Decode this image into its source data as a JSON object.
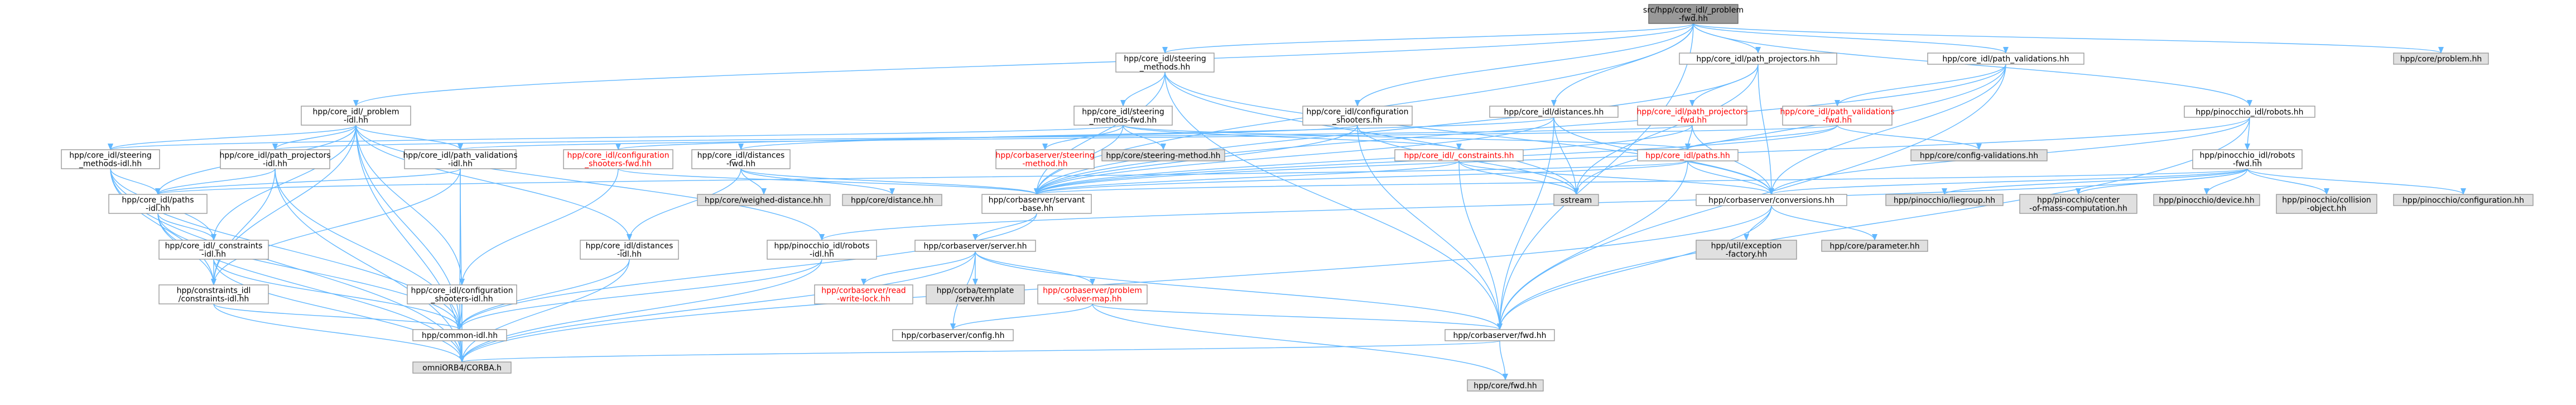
{
  "graph": {
    "title": "src/hpp/core_idl/_problem-fwd.hh",
    "colors": {
      "edge": "#63b8ff",
      "border": "#999999",
      "gray_fill": "#e0e0e0",
      "root_fill": "#999999",
      "red_text": "#ff0000"
    },
    "nodes": [
      {
        "id": "root",
        "lines": [
          "src/hpp/core_idl/_problem",
          "-fwd.hh"
        ],
        "style": "dark"
      },
      {
        "id": "problem-idl",
        "lines": [
          "hpp/core_idl/_problem",
          "-idl.hh"
        ],
        "style": "white"
      },
      {
        "id": "steering-methods-hh",
        "lines": [
          "hpp/core_idl/steering",
          "_methods.hh"
        ],
        "style": "white"
      },
      {
        "id": "path-projectors-hh",
        "lines": [
          "hpp/core_idl/path_projectors.hh"
        ],
        "style": "white"
      },
      {
        "id": "path-validations-hh",
        "lines": [
          "hpp/core_idl/path_validations.hh"
        ],
        "style": "white"
      },
      {
        "id": "core-problem",
        "lines": [
          "hpp/core/problem.hh"
        ],
        "style": "gray"
      },
      {
        "id": "steering-methods-fwd",
        "lines": [
          "hpp/core_idl/steering",
          "_methods-fwd.hh"
        ],
        "style": "white"
      },
      {
        "id": "configuration-shooters-hh",
        "lines": [
          "hpp/core_idl/configuration",
          "_shooters.hh"
        ],
        "style": "white"
      },
      {
        "id": "distances-hh",
        "lines": [
          "hpp/core_idl/distances.hh"
        ],
        "style": "white"
      },
      {
        "id": "path-projectors-fwd",
        "lines": [
          "hpp/core_idl/path_projectors",
          "-fwd.hh"
        ],
        "style": "white",
        "red": true
      },
      {
        "id": "path-validations-fwd",
        "lines": [
          "hpp/core_idl/path_validations",
          "-fwd.hh"
        ],
        "style": "white",
        "red": true
      },
      {
        "id": "robots-hh",
        "lines": [
          "hpp/pinocchio_idl/robots.hh"
        ],
        "style": "white"
      },
      {
        "id": "steering-methods-idl",
        "lines": [
          "hpp/core_idl/steering",
          "_methods-idl.hh"
        ],
        "style": "white"
      },
      {
        "id": "path-projectors-idl",
        "lines": [
          "hpp/core_idl/path_projectors",
          "-idl.hh"
        ],
        "style": "white"
      },
      {
        "id": "path-validations-idl",
        "lines": [
          "hpp/core_idl/path_validations",
          "-idl.hh"
        ],
        "style": "white"
      },
      {
        "id": "configuration-shooters-fwd",
        "lines": [
          "hpp/core_idl/configuration",
          "_shooters-fwd.hh"
        ],
        "style": "white",
        "red": true
      },
      {
        "id": "distances-fwd",
        "lines": [
          "hpp/core_idl/distances",
          "-fwd.hh"
        ],
        "style": "white"
      },
      {
        "id": "corbaserver-steering-method",
        "lines": [
          "hpp/corbaserver/steering",
          "-method.hh"
        ],
        "style": "white",
        "red": true
      },
      {
        "id": "core-steering-method",
        "lines": [
          "hpp/core/steering-method.hh"
        ],
        "style": "gray"
      },
      {
        "id": "constraints-hh",
        "lines": [
          "hpp/core_idl/_constraints.hh"
        ],
        "style": "white",
        "red": true
      },
      {
        "id": "paths-hh",
        "lines": [
          "hpp/core_idl/paths.hh"
        ],
        "style": "white",
        "red": true
      },
      {
        "id": "config-validations",
        "lines": [
          "hpp/core/config-validations.hh"
        ],
        "style": "gray"
      },
      {
        "id": "robots-fwd",
        "lines": [
          "hpp/pinocchio_idl/robots",
          "-fwd.hh"
        ],
        "style": "white"
      },
      {
        "id": "paths-idl",
        "lines": [
          "hpp/core_idl/paths",
          "-idl.hh"
        ],
        "style": "white"
      },
      {
        "id": "weighed-distance",
        "lines": [
          "hpp/core/weighed-distance.hh"
        ],
        "style": "gray"
      },
      {
        "id": "core-distance",
        "lines": [
          "hpp/core/distance.hh"
        ],
        "style": "gray"
      },
      {
        "id": "servant-base",
        "lines": [
          "hpp/corbaserver/servant",
          "-base.hh"
        ],
        "style": "white"
      },
      {
        "id": "sstream",
        "lines": [
          "sstream"
        ],
        "style": "gray"
      },
      {
        "id": "conversions",
        "lines": [
          "hpp/corbaserver/conversions.hh"
        ],
        "style": "white"
      },
      {
        "id": "liegroup",
        "lines": [
          "hpp/pinocchio/liegroup.hh"
        ],
        "style": "gray"
      },
      {
        "id": "center-of-mass",
        "lines": [
          "hpp/pinocchio/center",
          "-of-mass-computation.hh"
        ],
        "style": "gray"
      },
      {
        "id": "device",
        "lines": [
          "hpp/pinocchio/device.hh"
        ],
        "style": "gray"
      },
      {
        "id": "collision-object",
        "lines": [
          "hpp/pinocchio/collision",
          "-object.hh"
        ],
        "style": "gray"
      },
      {
        "id": "pinocchio-configuration",
        "lines": [
          "hpp/pinocchio/configuration.hh"
        ],
        "style": "gray"
      },
      {
        "id": "constraints-idl",
        "lines": [
          "hpp/core_idl/_constraints",
          "-idl.hh"
        ],
        "style": "white"
      },
      {
        "id": "distances-idl",
        "lines": [
          "hpp/core_idl/distances",
          "-idl.hh"
        ],
        "style": "white"
      },
      {
        "id": "robots-idl",
        "lines": [
          "hpp/pinocchio_idl/robots",
          "-idl.hh"
        ],
        "style": "white"
      },
      {
        "id": "server-hh",
        "lines": [
          "hpp/corbaserver/server.hh"
        ],
        "style": "white"
      },
      {
        "id": "exception-factory",
        "lines": [
          "hpp/util/exception",
          "-factory.hh"
        ],
        "style": "gray"
      },
      {
        "id": "core-parameter",
        "lines": [
          "hpp/core/parameter.hh"
        ],
        "style": "gray"
      },
      {
        "id": "constraints-constraints-idl",
        "lines": [
          "hpp/constraints_idl",
          "/constraints-idl.hh"
        ],
        "style": "white"
      },
      {
        "id": "configuration-shooters-idl",
        "lines": [
          "hpp/core_idl/configuration",
          "_shooters-idl.hh"
        ],
        "style": "white"
      },
      {
        "id": "read-write-lock",
        "lines": [
          "hpp/corbaserver/read",
          "-write-lock.hh"
        ],
        "style": "white",
        "red": true
      },
      {
        "id": "omniorb-template",
        "lines": [
          "hpp/corba/template",
          "/server.hh"
        ],
        "style": "gray"
      },
      {
        "id": "problem-solver-map",
        "lines": [
          "hpp/corbaserver/problem",
          "-solver-map.hh"
        ],
        "style": "white",
        "red": true
      },
      {
        "id": "common-idl",
        "lines": [
          "hpp/common-idl.hh"
        ],
        "style": "white"
      },
      {
        "id": "corbaserver-config",
        "lines": [
          "hpp/corbaserver/config.hh"
        ],
        "style": "white"
      },
      {
        "id": "corbaserver-fwd",
        "lines": [
          "hpp/corbaserver/fwd.hh"
        ],
        "style": "white"
      },
      {
        "id": "omniorb",
        "lines": [
          "omniORB4/CORBA.h"
        ],
        "style": "gray"
      },
      {
        "id": "core-fwd",
        "lines": [
          "hpp/core/fwd.hh"
        ],
        "style": "gray"
      }
    ],
    "edges": [
      [
        "root",
        "problem-idl"
      ],
      [
        "root",
        "steering-methods-hh"
      ],
      [
        "root",
        "path-projectors-hh"
      ],
      [
        "root",
        "path-validations-hh"
      ],
      [
        "root",
        "core-problem"
      ],
      [
        "root",
        "configuration-shooters-hh"
      ],
      [
        "root",
        "distances-hh"
      ],
      [
        "root",
        "robots-hh"
      ],
      [
        "root",
        "servant-base"
      ],
      [
        "root",
        "corbaserver-fwd"
      ],
      [
        "problem-idl",
        "steering-methods-idl"
      ],
      [
        "problem-idl",
        "path-projectors-idl"
      ],
      [
        "problem-idl",
        "path-validations-idl"
      ],
      [
        "problem-idl",
        "distances-idl"
      ],
      [
        "problem-idl",
        "constraints-idl"
      ],
      [
        "problem-idl",
        "configuration-shooters-idl"
      ],
      [
        "problem-idl",
        "common-idl"
      ],
      [
        "problem-idl",
        "omniorb"
      ],
      [
        "problem-idl",
        "paths-idl"
      ],
      [
        "problem-idl",
        "robots-idl"
      ],
      [
        "problem-idl",
        "constraints-constraints-idl"
      ],
      [
        "steering-methods-hh",
        "steering-methods-fwd"
      ],
      [
        "steering-methods-hh",
        "servant-base"
      ],
      [
        "steering-methods-hh",
        "sstream"
      ],
      [
        "steering-methods-hh",
        "conversions"
      ],
      [
        "steering-methods-hh",
        "corbaserver-fwd"
      ],
      [
        "steering-methods-fwd",
        "steering-methods-idl"
      ],
      [
        "steering-methods-fwd",
        "corbaserver-steering-method"
      ],
      [
        "steering-methods-fwd",
        "core-steering-method"
      ],
      [
        "steering-methods-fwd",
        "constraints-hh"
      ],
      [
        "steering-methods-fwd",
        "paths-hh"
      ],
      [
        "steering-methods-fwd",
        "servant-base"
      ],
      [
        "path-projectors-hh",
        "path-projectors-fwd"
      ],
      [
        "path-projectors-hh",
        "servant-base"
      ],
      [
        "path-projectors-hh",
        "conversions"
      ],
      [
        "path-projectors-hh",
        "sstream"
      ],
      [
        "path-projectors-fwd",
        "path-projectors-idl"
      ],
      [
        "path-projectors-fwd",
        "paths-hh"
      ],
      [
        "path-projectors-fwd",
        "servant-base"
      ],
      [
        "path-projectors-fwd",
        "conversions"
      ],
      [
        "path-validations-hh",
        "path-validations-fwd"
      ],
      [
        "path-validations-hh",
        "servant-base"
      ],
      [
        "path-validations-hh",
        "conversions"
      ],
      [
        "path-validations-hh",
        "sstream"
      ],
      [
        "path-validations-hh",
        "corbaserver-fwd"
      ],
      [
        "path-validations-fwd",
        "path-validations-idl"
      ],
      [
        "path-validations-fwd",
        "paths-hh"
      ],
      [
        "path-validations-fwd",
        "config-validations"
      ],
      [
        "path-validations-fwd",
        "servant-base"
      ],
      [
        "configuration-shooters-hh",
        "configuration-shooters-fwd"
      ],
      [
        "configuration-shooters-hh",
        "servant-base"
      ],
      [
        "configuration-shooters-hh",
        "sstream"
      ],
      [
        "configuration-shooters-hh",
        "corbaserver-fwd"
      ],
      [
        "configuration-shooters-fwd",
        "configuration-shooters-idl"
      ],
      [
        "configuration-shooters-fwd",
        "servant-base"
      ],
      [
        "distances-hh",
        "distances-fwd"
      ],
      [
        "distances-hh",
        "servant-base"
      ],
      [
        "distances-hh",
        "sstream"
      ],
      [
        "distances-hh",
        "corbaserver-fwd"
      ],
      [
        "distances-hh",
        "conversions"
      ],
      [
        "distances-fwd",
        "distances-idl"
      ],
      [
        "distances-fwd",
        "weighed-distance"
      ],
      [
        "distances-fwd",
        "core-distance"
      ],
      [
        "distances-fwd",
        "servant-base"
      ],
      [
        "robots-hh",
        "robots-fwd"
      ],
      [
        "robots-hh",
        "servant-base"
      ],
      [
        "robots-hh",
        "conversions"
      ],
      [
        "robots-hh",
        "corbaserver-fwd"
      ],
      [
        "robots-fwd",
        "robots-idl"
      ],
      [
        "robots-fwd",
        "liegroup"
      ],
      [
        "robots-fwd",
        "center-of-mass"
      ],
      [
        "robots-fwd",
        "device"
      ],
      [
        "robots-fwd",
        "collision-object"
      ],
      [
        "robots-fwd",
        "pinocchio-configuration"
      ],
      [
        "robots-fwd",
        "servant-base"
      ],
      [
        "robots-fwd",
        "conversions"
      ],
      [
        "constraints-hh",
        "servant-base"
      ],
      [
        "constraints-hh",
        "sstream"
      ],
      [
        "constraints-hh",
        "corbaserver-fwd"
      ],
      [
        "constraints-hh",
        "conversions"
      ],
      [
        "paths-hh",
        "paths-idl"
      ],
      [
        "paths-hh",
        "servant-base"
      ],
      [
        "paths-hh",
        "conversions"
      ],
      [
        "paths-hh",
        "corbaserver-fwd"
      ],
      [
        "steering-methods-idl",
        "paths-idl"
      ],
      [
        "steering-methods-idl",
        "constraints-idl"
      ],
      [
        "steering-methods-idl",
        "common-idl"
      ],
      [
        "steering-methods-idl",
        "omniorb"
      ],
      [
        "steering-methods-idl",
        "constraints-constraints-idl"
      ],
      [
        "path-projectors-idl",
        "paths-idl"
      ],
      [
        "path-projectors-idl",
        "common-idl"
      ],
      [
        "path-projectors-idl",
        "omniorb"
      ],
      [
        "path-projectors-idl",
        "constraints-constraints-idl"
      ],
      [
        "path-validations-idl",
        "paths-idl"
      ],
      [
        "path-validations-idl",
        "common-idl"
      ],
      [
        "path-validations-idl",
        "omniorb"
      ],
      [
        "path-validations-idl",
        "constraints-constraints-idl"
      ],
      [
        "paths-idl",
        "constraints-idl"
      ],
      [
        "paths-idl",
        "common-idl"
      ],
      [
        "paths-idl",
        "omniorb"
      ],
      [
        "paths-idl",
        "constraints-constraints-idl"
      ],
      [
        "constraints-idl",
        "common-idl"
      ],
      [
        "constraints-idl",
        "omniorb"
      ],
      [
        "constraints-idl",
        "constraints-constraints-idl"
      ],
      [
        "constraints-constraints-idl",
        "common-idl"
      ],
      [
        "constraints-constraints-idl",
        "omniorb"
      ],
      [
        "configuration-shooters-idl",
        "common-idl"
      ],
      [
        "configuration-shooters-idl",
        "omniorb"
      ],
      [
        "distances-idl",
        "common-idl"
      ],
      [
        "distances-idl",
        "omniorb"
      ],
      [
        "robots-idl",
        "common-idl"
      ],
      [
        "robots-idl",
        "omniorb"
      ],
      [
        "common-idl",
        "omniorb"
      ],
      [
        "servant-base",
        "server-hh"
      ],
      [
        "servant-base",
        "common-idl"
      ],
      [
        "server-hh",
        "read-write-lock"
      ],
      [
        "server-hh",
        "omniorb-template"
      ],
      [
        "server-hh",
        "problem-solver-map"
      ],
      [
        "server-hh",
        "corbaserver-config"
      ],
      [
        "server-hh",
        "corbaserver-fwd"
      ],
      [
        "server-hh",
        "omniorb"
      ],
      [
        "problem-solver-map",
        "corbaserver-fwd"
      ],
      [
        "problem-solver-map",
        "core-fwd"
      ],
      [
        "problem-solver-map",
        "corbaserver-config"
      ],
      [
        "conversions",
        "exception-factory"
      ],
      [
        "conversions",
        "core-parameter"
      ],
      [
        "conversions",
        "corbaserver-fwd"
      ],
      [
        "conversions",
        "omniorb"
      ],
      [
        "corbaserver-fwd",
        "omniorb"
      ],
      [
        "corbaserver-fwd",
        "core-fwd"
      ]
    ]
  }
}
